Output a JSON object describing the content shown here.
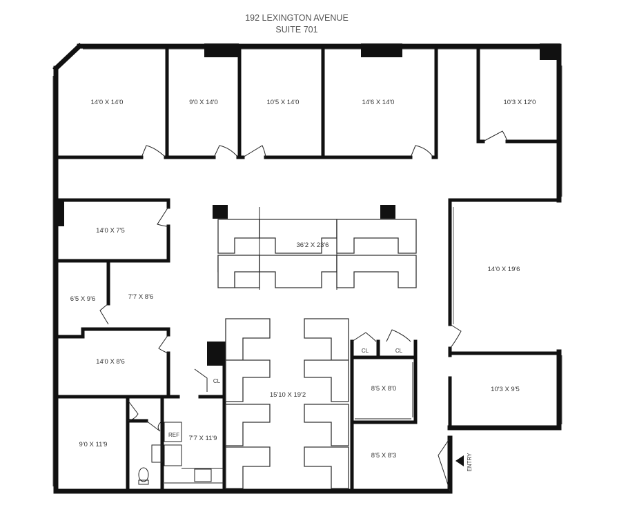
{
  "header": {
    "address": "192 LEXINGTON AVENUE",
    "suite": "SUITE 701"
  },
  "rooms": [
    {
      "key": "office-1",
      "label": "14'0 X 14'0"
    },
    {
      "key": "office-2",
      "label": "9'0 X 14'0"
    },
    {
      "key": "office-3",
      "label": "10'5 X 14'0"
    },
    {
      "key": "office-4",
      "label": "14'6 X 14'0"
    },
    {
      "key": "office-5",
      "label": "10'3 X 12'0"
    },
    {
      "key": "office-6",
      "label": "14'0 X 7'5"
    },
    {
      "key": "open-area",
      "label": "36'2 X 23'6"
    },
    {
      "key": "office-7",
      "label": "14'0 X 19'6"
    },
    {
      "key": "office-8",
      "label": "6'5 X 9'6"
    },
    {
      "key": "office-9",
      "label": "7'7 X 8'6"
    },
    {
      "key": "office-10",
      "label": "14'0 X 8'6"
    },
    {
      "key": "open-area-2",
      "label": "15'10 X 19'2"
    },
    {
      "key": "office-11",
      "label": "8'5 X 8'0"
    },
    {
      "key": "office-12",
      "label": "10'3 X 9'5"
    },
    {
      "key": "office-13",
      "label": "9'0 X 11'9"
    },
    {
      "key": "kitchen",
      "label": "7'7 X 11'9"
    },
    {
      "key": "office-14",
      "label": "8'5 X 8'3"
    }
  ],
  "closets": {
    "label": "CL"
  },
  "appliances": {
    "refrigerator": "REF"
  },
  "entry": {
    "label": "ENTRY"
  }
}
